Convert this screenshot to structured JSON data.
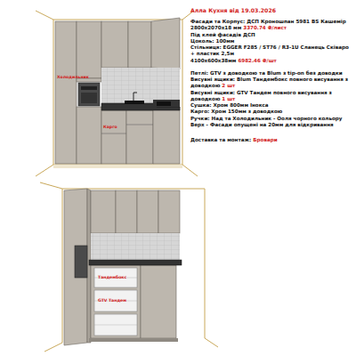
{
  "diagram": {
    "title": "Алла Кухня від 19.03.2026",
    "labels": [
      "Фасади та Корпус: ДСП Кроношпан 5981 BS Кашемір",
      "2800х2070х18 мм",
      "3370.74 ₴/лист",
      "Під клей фасадів ДСП",
      "Цоколь: 100мм",
      "Стільниця: EGGER F285 / ST76 / R3-1U Сланець Сківаро + пластик 2,5м",
      "4100х600х38мм",
      "6982.46 ₴/шт",
      "Петлі: GTV з доводкою та Blum з tip-on без доводки",
      "Висувні ящики: Blum Тандембокс повного висування з доводкою",
      "2 шт",
      "Висувні ящики: GTV Тандем повного висування з доводкою",
      "1 шт",
      "Сушка: Хром 800мм Інокса",
      "Карго: Хром 150мм з доводкою",
      "Ручки: Над та Холодильник - Ооля чорного кольору",
      "Верх - Фасади опущені на 20мм для відкривання",
      "Доставка та монтаж:",
      "Бровари",
      "Холодильник",
      "Карго",
      "Тандембокс",
      "GTV Тандем"
    ]
  }
}
